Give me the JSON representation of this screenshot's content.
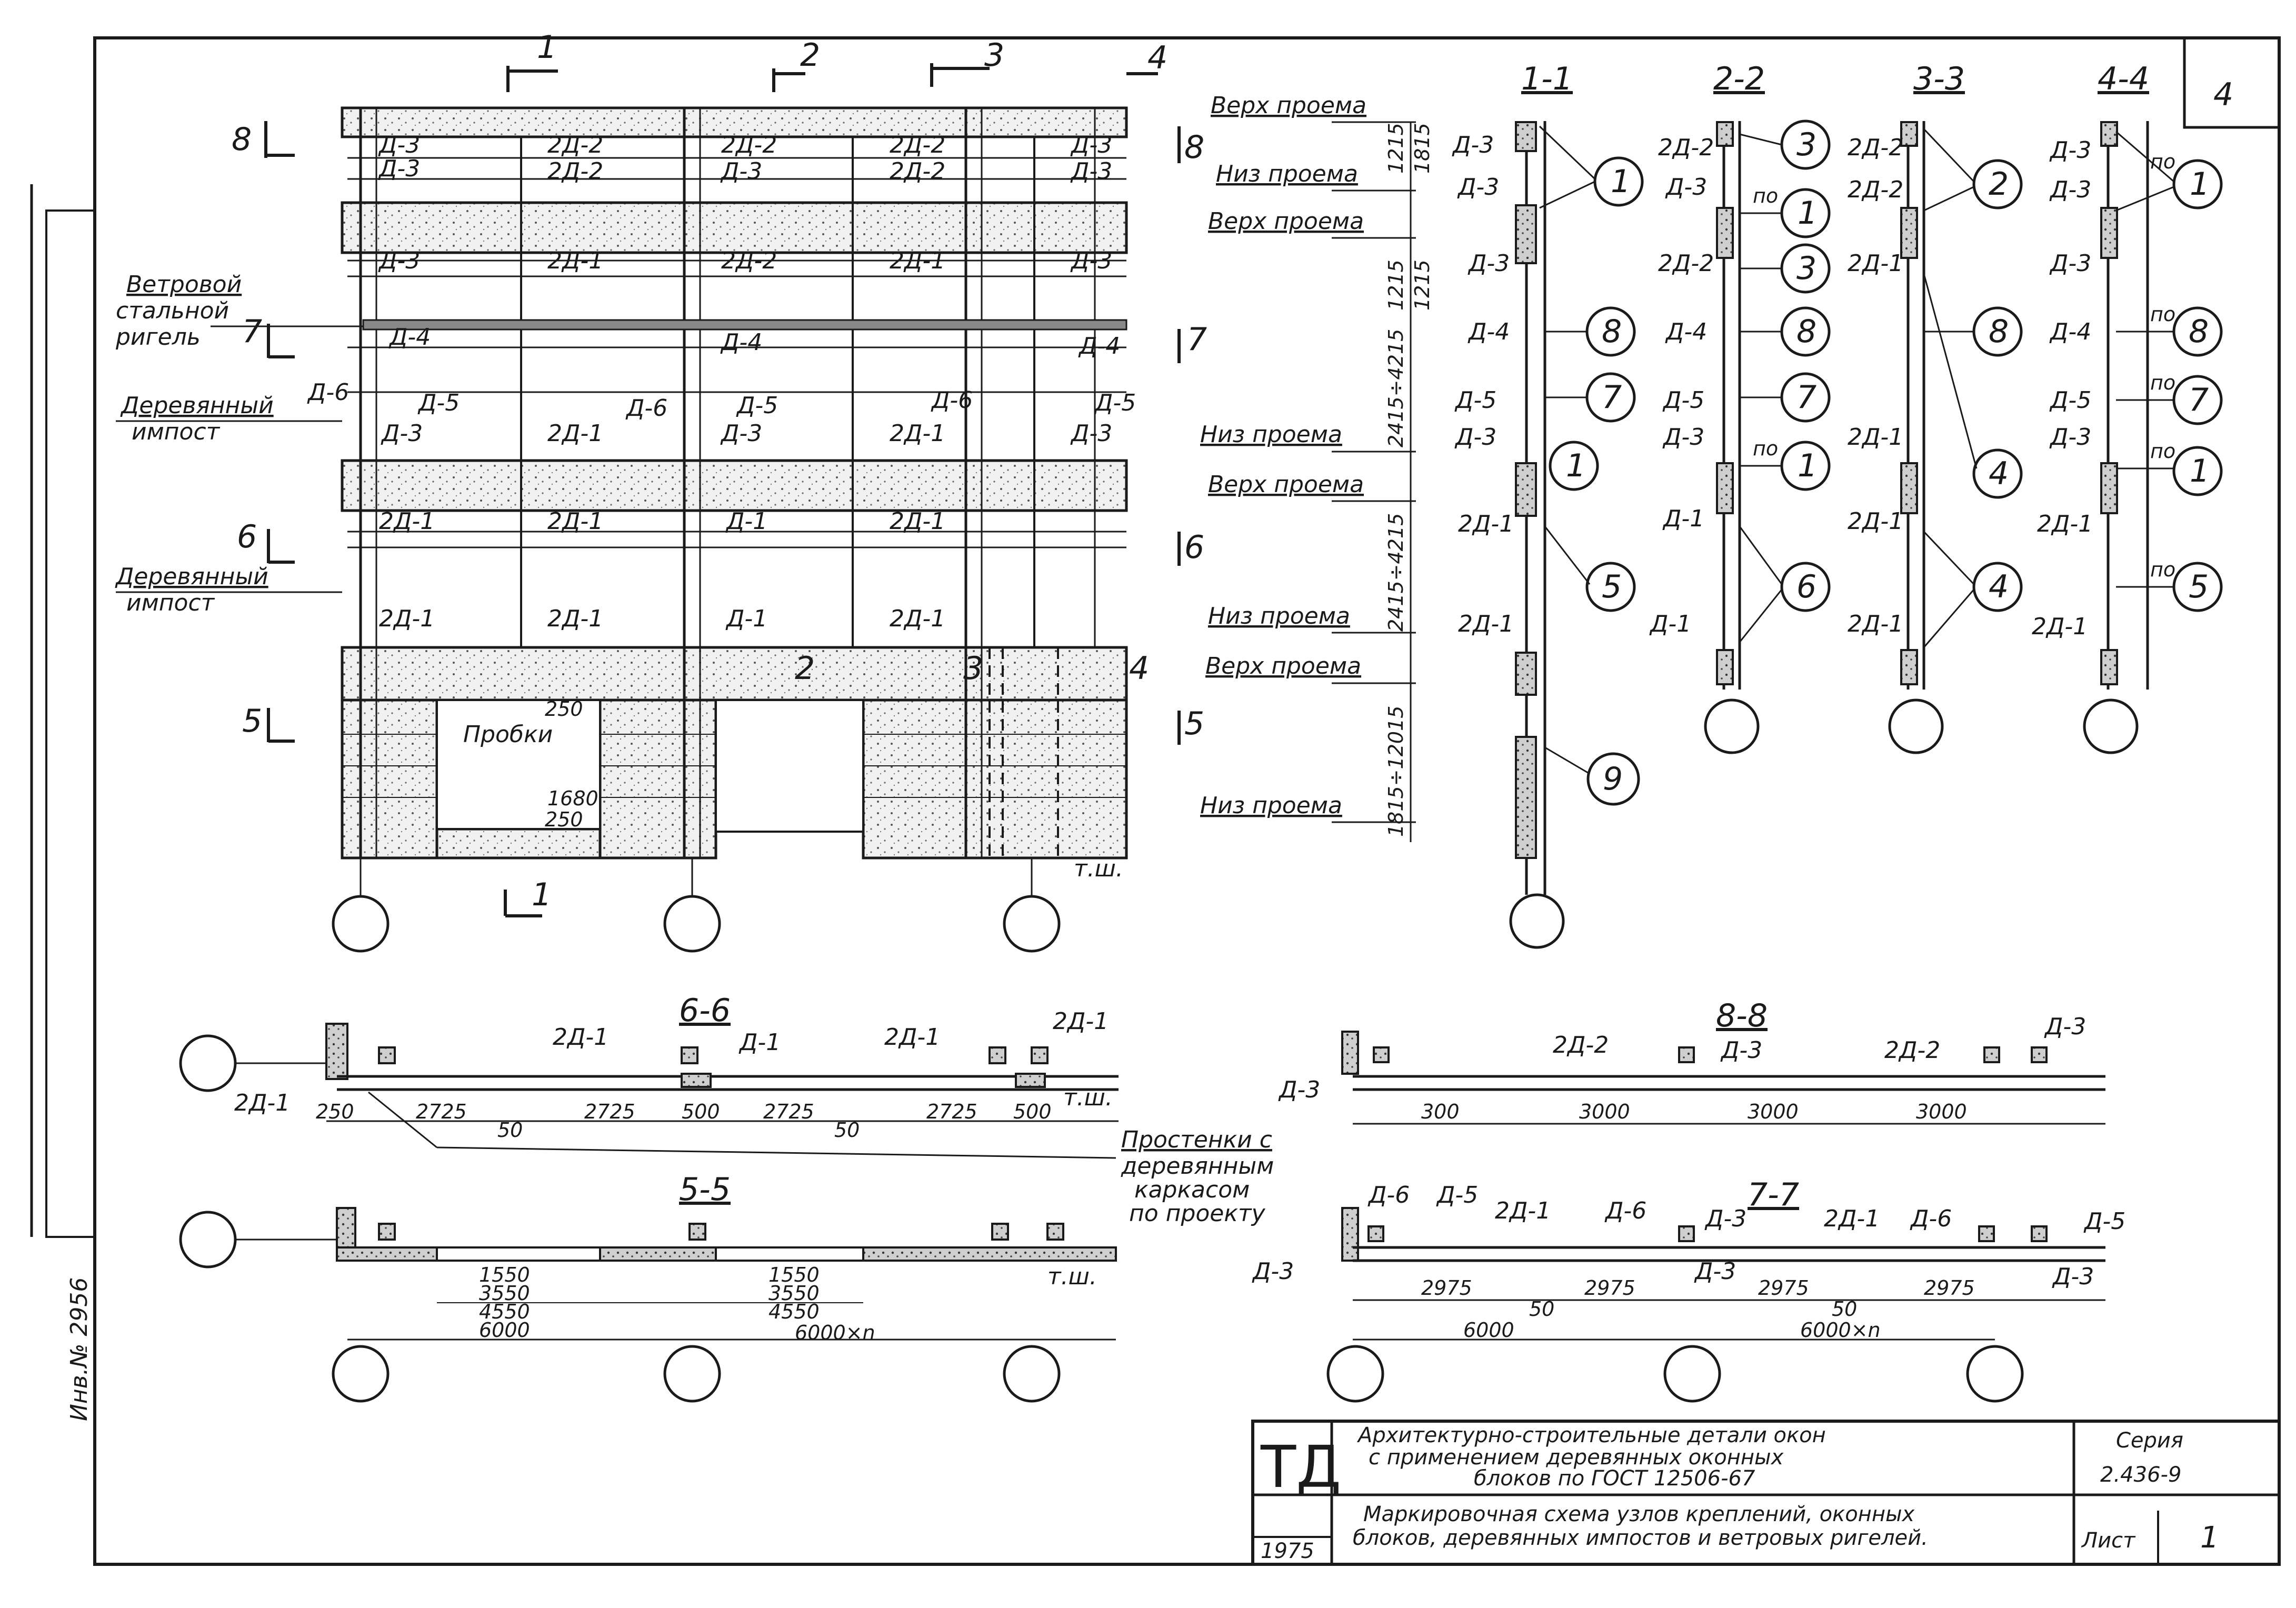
{
  "sheet": {
    "number": "4",
    "side_stamp": "Инв.№ 2956"
  },
  "elevation": {
    "cuts": [
      "1",
      "2",
      "3",
      "4",
      "8",
      "7",
      "6",
      "5"
    ],
    "labels": {
      "d3": "Д-3",
      "d4": "Д-4",
      "d5": "Д-5",
      "d6": "Д-6",
      "d1": "Д-1",
      "two_d1": "2Д-1",
      "two_d2": "2Д-2",
      "probki": "Пробки",
      "tsh": "т.ш."
    },
    "annotations": {
      "wind_rigel": [
        "Ветровой",
        "стальной",
        "ригель"
      ],
      "wood_impost_1": [
        "Деревянный",
        "импост"
      ],
      "wood_impost_2": [
        "Деревянный",
        "импост"
      ]
    },
    "probki_dims": [
      "250",
      "1680",
      "250"
    ]
  },
  "levels": {
    "marks": [
      "Верх проема",
      "Низ проема",
      "Верх проема",
      "Низ проема",
      "Верх проема",
      "Низ проема",
      "Верх проема",
      "Низ проема"
    ],
    "dims": [
      "1215",
      "1815",
      "1215",
      "1215",
      "2415÷4215",
      "2415÷4215",
      "1815÷12015"
    ]
  },
  "sections": {
    "titles": [
      "1-1",
      "2-2",
      "3-3",
      "4-4"
    ],
    "nodes": [
      "1",
      "2",
      "3",
      "4",
      "5",
      "6",
      "7",
      "8",
      "9"
    ],
    "po": "по"
  },
  "plans": {
    "p66": {
      "title": "6-6",
      "dims": [
        "250",
        "2725",
        "50",
        "2725",
        "500",
        "2725",
        "50",
        "2725",
        "500"
      ],
      "note": [
        "Простенки с",
        "деревянным",
        "каркасом",
        "по проекту"
      ]
    },
    "p88": {
      "title": "8-8",
      "dims": [
        "300",
        "3000",
        "3000",
        "3000"
      ]
    },
    "p55": {
      "title": "5-5",
      "dims": [
        "1550",
        "3550",
        "4550",
        "6000",
        "1550",
        "3550",
        "4550",
        "6000×n"
      ]
    },
    "p77": {
      "title": "7-7",
      "dims": [
        "2975",
        "2975",
        "2975",
        "2975",
        "50",
        "50",
        "6000",
        "6000×n"
      ]
    }
  },
  "title_block": {
    "logo": "ТД",
    "title": [
      "Архитектурно-строительные детали окон",
      "с применением деревянных оконных",
      "блоков по ГОСТ 12506-67"
    ],
    "series_label": "Серия",
    "series_value": "2.436-9",
    "subtitle": [
      "Маркировочная схема узлов креплений, оконных",
      "блоков, деревянных импостов и ветровых ригелей."
    ],
    "year": "1975",
    "sheet_label": "Лист",
    "sheet_value": "1"
  }
}
